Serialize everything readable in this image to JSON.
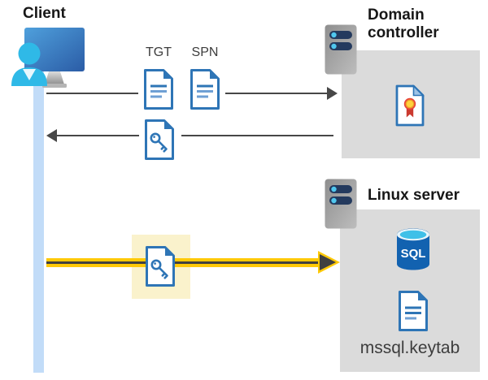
{
  "client": {
    "label": "Client"
  },
  "domain_controller": {
    "label": "Domain controller"
  },
  "linux_server": {
    "label": "Linux server",
    "sql_badge": "SQL",
    "keytab_file": "mssql.keytab"
  },
  "flows": [
    {
      "from": "client",
      "to": "domain_controller",
      "direction": "right",
      "tickets": [
        "TGT",
        "SPN"
      ]
    },
    {
      "from": "domain_controller",
      "to": "client",
      "direction": "left",
      "item": "key-document"
    },
    {
      "from": "client",
      "to": "linux_server",
      "direction": "right",
      "item": "key-document",
      "highlighted": true
    }
  ],
  "colors": {
    "document_blue": "#2E75B6",
    "arrow_gray": "#474747",
    "highlight_yellow": "#FAF2CC",
    "connection_yellow": "#FFC907",
    "panel_gray": "#DBDBDB",
    "lifeline_blue": "#C2DCF8"
  }
}
